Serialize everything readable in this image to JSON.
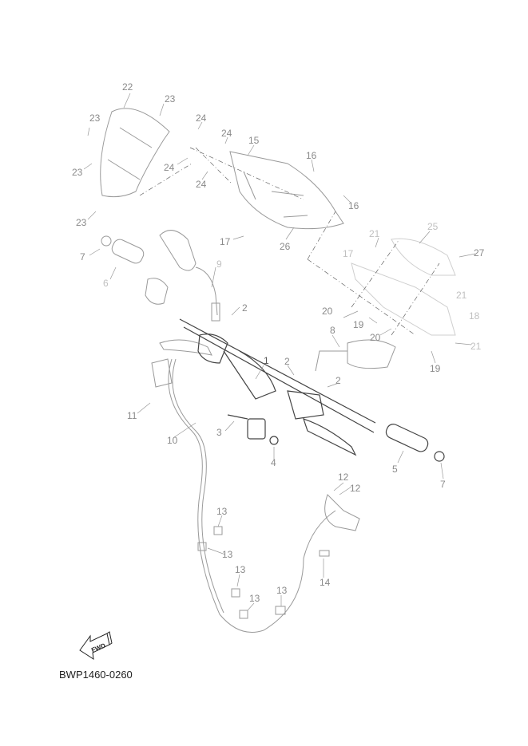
{
  "diagram_code": "BWP1460-0260",
  "fwd_label": "FWD",
  "callouts": [
    "22",
    "23",
    "23",
    "23",
    "23",
    "24",
    "24",
    "24",
    "24",
    "15",
    "16",
    "16",
    "17",
    "26",
    "17",
    "25",
    "21",
    "27",
    "7",
    "6",
    "9",
    "2",
    "21",
    "18",
    "20",
    "19",
    "20",
    "21",
    "19",
    "8",
    "1",
    "2",
    "2",
    "11",
    "10",
    "3",
    "4",
    "5",
    "7",
    "12",
    "12",
    "13",
    "13",
    "13",
    "13",
    "13",
    "14"
  ]
}
